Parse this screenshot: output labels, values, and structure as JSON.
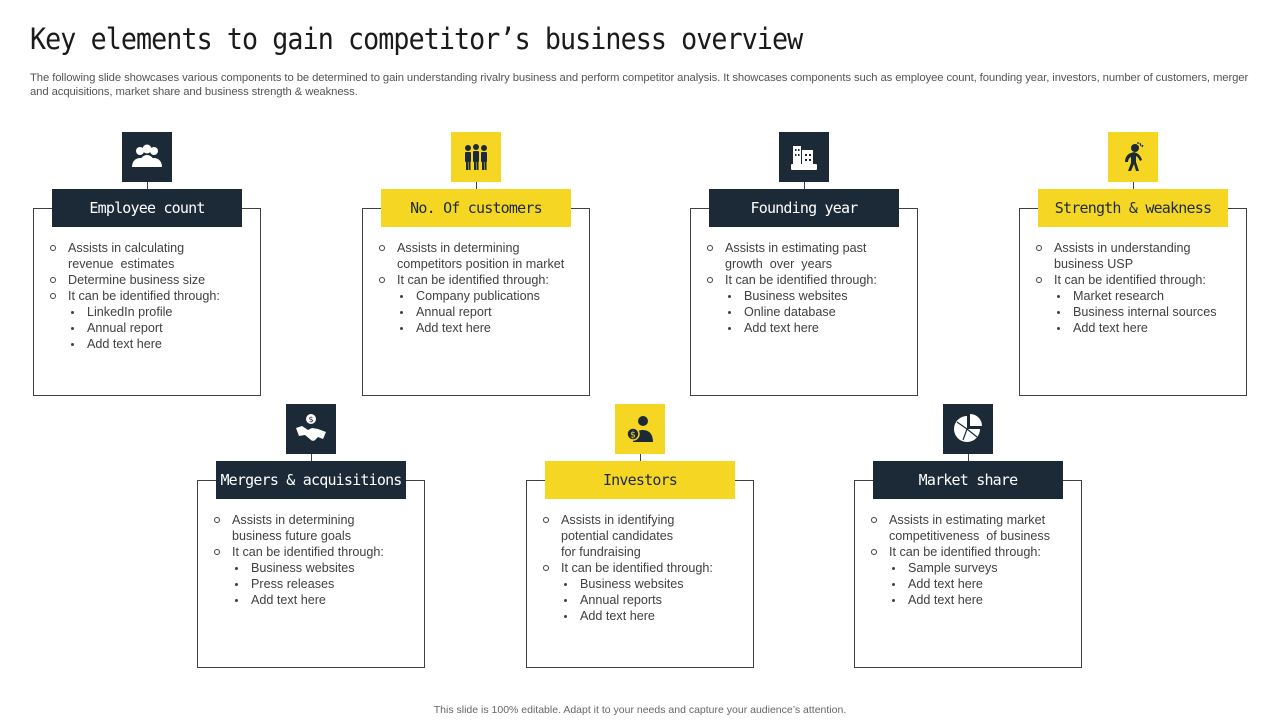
{
  "slide": {
    "title": "Key elements to gain competitor’s business overview",
    "subtitle": "The following slide showcases various components to be determined to gain understanding rivalry business and perform competitor analysis. It showcases components such as employee count, founding year, investors, number of customers, merger and acquisitions, market share and business strength & weakness.",
    "footer": "This slide is 100% editable. Adapt it to your needs and capture your audience’s attention."
  },
  "colors": {
    "dark": "#1c2a38",
    "yellow": "#f5d623",
    "text": "#404040"
  },
  "cards": [
    {
      "title": "Employee count",
      "theme": "dark",
      "icon": "team-icon",
      "items": [
        {
          "level": 1,
          "lines": [
            "Assists in calculating",
            "revenue  estimates"
          ]
        },
        {
          "level": 1,
          "lines": [
            "Determine business size"
          ]
        },
        {
          "level": 1,
          "lines": [
            "It can be identified through:"
          ]
        },
        {
          "level": 2,
          "lines": [
            "LinkedIn profile"
          ]
        },
        {
          "level": 2,
          "lines": [
            "Annual report"
          ]
        },
        {
          "level": 2,
          "lines": [
            "Add text here"
          ]
        }
      ]
    },
    {
      "title": "No. Of customers",
      "theme": "yellow",
      "icon": "customers-group-icon",
      "items": [
        {
          "level": 1,
          "lines": [
            "Assists in determining",
            "competitors position in market"
          ]
        },
        {
          "level": 1,
          "lines": [
            "It can be identified through:"
          ]
        },
        {
          "level": 2,
          "lines": [
            "Company publications"
          ]
        },
        {
          "level": 2,
          "lines": [
            "Annual report"
          ]
        },
        {
          "level": 2,
          "lines": [
            "Add text here"
          ]
        }
      ]
    },
    {
      "title": "Founding year",
      "theme": "dark",
      "icon": "building-year-icon",
      "items": [
        {
          "level": 1,
          "lines": [
            "Assists in estimating past",
            "growth  over  years"
          ]
        },
        {
          "level": 1,
          "lines": [
            "It can be identified through:"
          ]
        },
        {
          "level": 2,
          "lines": [
            "Business websites"
          ]
        },
        {
          "level": 2,
          "lines": [
            "Online database"
          ]
        },
        {
          "level": 2,
          "lines": [
            "Add text here"
          ]
        }
      ]
    },
    {
      "title": "Strength & weakness",
      "theme": "yellow",
      "icon": "tired-person-icon",
      "items": [
        {
          "level": 1,
          "lines": [
            "Assists in understanding",
            "business USP"
          ]
        },
        {
          "level": 1,
          "lines": [
            "It can be identified through:"
          ]
        },
        {
          "level": 2,
          "lines": [
            "Market research"
          ]
        },
        {
          "level": 2,
          "lines": [
            "Business internal sources"
          ]
        },
        {
          "level": 2,
          "lines": [
            "Add text here"
          ]
        }
      ]
    },
    {
      "title": "Mergers & acquisitions",
      "theme": "dark",
      "icon": "handshake-dollar-icon",
      "items": [
        {
          "level": 1,
          "lines": [
            "Assists in determining",
            "business future goals"
          ]
        },
        {
          "level": 1,
          "lines": [
            "It can be identified through:"
          ]
        },
        {
          "level": 2,
          "lines": [
            "Business websites"
          ]
        },
        {
          "level": 2,
          "lines": [
            "Press releases"
          ]
        },
        {
          "level": 2,
          "lines": [
            "Add text here"
          ]
        }
      ]
    },
    {
      "title": "Investors",
      "theme": "yellow",
      "icon": "investor-icon",
      "items": [
        {
          "level": 1,
          "lines": [
            "Assists in identifying",
            "potential candidates",
            "for fundraising"
          ]
        },
        {
          "level": 1,
          "lines": [
            "It can be identified through:"
          ]
        },
        {
          "level": 2,
          "lines": [
            "Business websites"
          ]
        },
        {
          "level": 2,
          "lines": [
            "Annual reports"
          ]
        },
        {
          "level": 2,
          "lines": [
            "Add text here"
          ]
        }
      ]
    },
    {
      "title": "Market share",
      "theme": "dark",
      "icon": "pie-chart-icon",
      "items": [
        {
          "level": 1,
          "lines": [
            "Assists in estimating market",
            "competitiveness  of business"
          ]
        },
        {
          "level": 1,
          "lines": [
            "It can be identified through:"
          ]
        },
        {
          "level": 2,
          "lines": [
            "Sample surveys"
          ]
        },
        {
          "level": 2,
          "lines": [
            "Add text here"
          ]
        },
        {
          "level": 2,
          "lines": [
            "Add text here"
          ]
        }
      ]
    }
  ]
}
